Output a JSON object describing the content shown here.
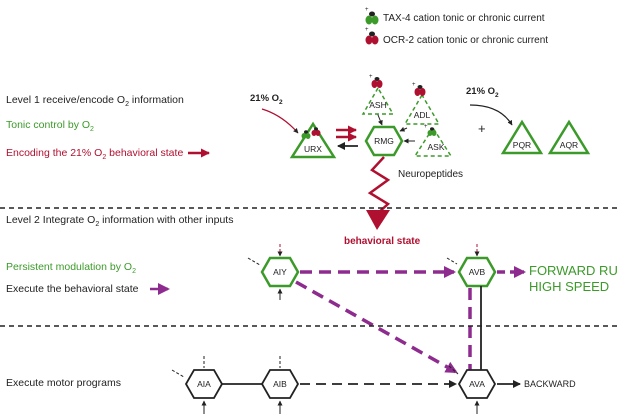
{
  "legend": {
    "tax4_label": "TAX-4 cation tonic or chronic current",
    "ocr2_label": "OCR-2 cation tonic or chronic current"
  },
  "level1": {
    "title_pre": "Level 1 receive/encode O",
    "title_sub": "2",
    "title_post": " information",
    "tonic_pre": "Tonic control by O",
    "tonic_sub": "2",
    "encoding": "Encoding the 21% O",
    "encoding_sub": "2",
    "encoding_post": " behavioral state"
  },
  "o2_label_left": {
    "pre": "21% O",
    "sub": "2"
  },
  "o2_label_right": {
    "pre": "21% O",
    "sub": "2"
  },
  "plus_sign": "+",
  "neuropeptides": "Neuropeptides",
  "behavioral_state": "behavioral state",
  "level2": {
    "title_pre": "Level 2 Integrate O",
    "title_sub": "2",
    "title_post": " information with other inputs",
    "persistent_pre": "Persistent modulation by O",
    "persistent_sub": "2",
    "execute": "Execute the behavioral state"
  },
  "level3": {
    "title": "Execute motor programs"
  },
  "outputs": {
    "forward_1": "FORWARD RUN",
    "forward_2": "HIGH SPEED",
    "backward": "BACKWARD"
  },
  "neurons": {
    "urx": "URX",
    "rmg": "RMG",
    "ash": "ASH",
    "adl": "ADL",
    "ask": "ASK",
    "pqr": "PQR",
    "aqr": "AQR",
    "aiy": "AIY",
    "avb": "AVB",
    "aia": "AIA",
    "aib": "AIB",
    "ava": "AVA"
  },
  "colors": {
    "green": "#3c9a2a",
    "red": "#b01030",
    "purple": "#8e2b8e",
    "black": "#222222"
  }
}
